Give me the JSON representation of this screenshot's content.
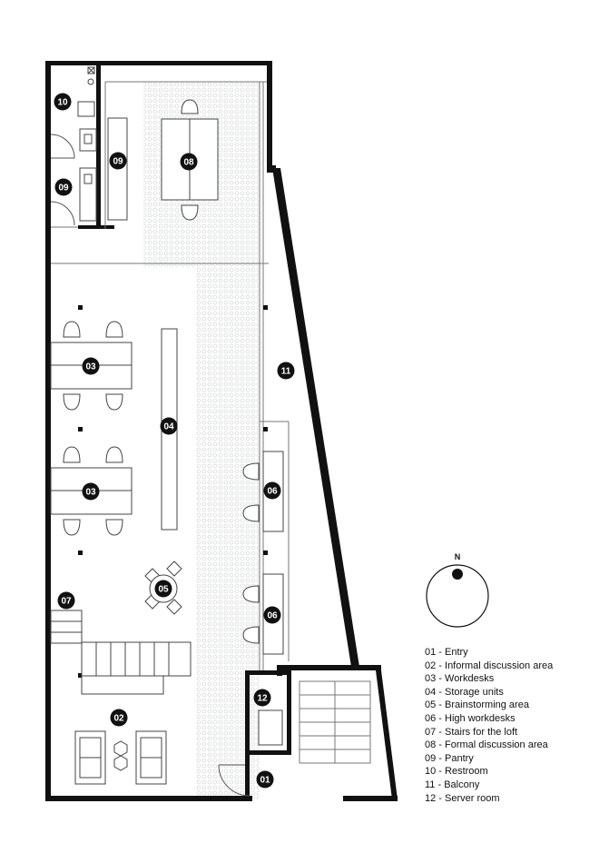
{
  "tags": [
    "01",
    "02",
    "03",
    "03",
    "04",
    "05",
    "06",
    "06",
    "07",
    "08",
    "09",
    "09",
    "10",
    "11",
    "12"
  ],
  "legend": [
    "01 - Entry",
    "02 - Informal discussion area",
    "03 - Workdesks",
    "04 - Storage units",
    "05 - Brainstorming area",
    "06 - High workdesks",
    "07 - Stairs for the loft",
    "08 - Formal discussion area",
    "09 - Pantry",
    "10 - Restroom",
    "11 - Balcony",
    "12 - Server room"
  ],
  "compass": {
    "north_label": "N"
  },
  "colors": {
    "wall": "#111111",
    "floor_pattern": "#d9dcdc",
    "furniture_stroke": "#444444"
  }
}
